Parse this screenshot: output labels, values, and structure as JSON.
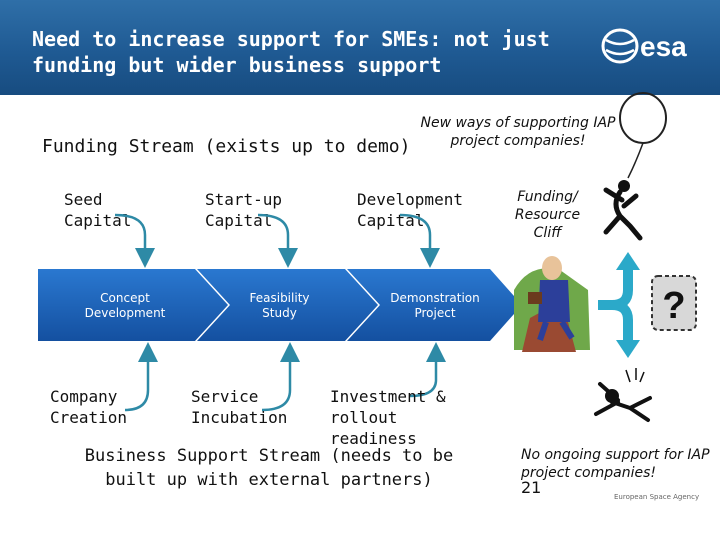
{
  "slide": {
    "title": "Need to increase support for SMEs: not just funding but wider business support",
    "logo_text": "esa",
    "funding_stream_title": "Funding Stream (exists up to demo)",
    "funding_stages": [
      "Seed Capital",
      "Start-up Capital",
      "Development Capital"
    ],
    "chevrons": [
      "Concept Development",
      "Feasibility Study",
      "Demonstration Project"
    ],
    "business_stages": [
      "Company Creation",
      "Service Incubation",
      "Investment & rollout readiness"
    ],
    "business_stream_title": "Business Support Stream (needs to be built up with external partners)",
    "new_ways_note": "New ways of supporting IAP project companies!",
    "funding_cliff_note": "Funding/ Resource Cliff",
    "no_support_note": "No ongoing support for IAP project companies!",
    "question_mark": "?",
    "page_number": "21",
    "footer_agency": "European Space Agency"
  },
  "colors": {
    "header_blue": "#1f5a93",
    "chevron_blue": "#1b62b8",
    "arrow_teal": "#2e8aa6"
  }
}
